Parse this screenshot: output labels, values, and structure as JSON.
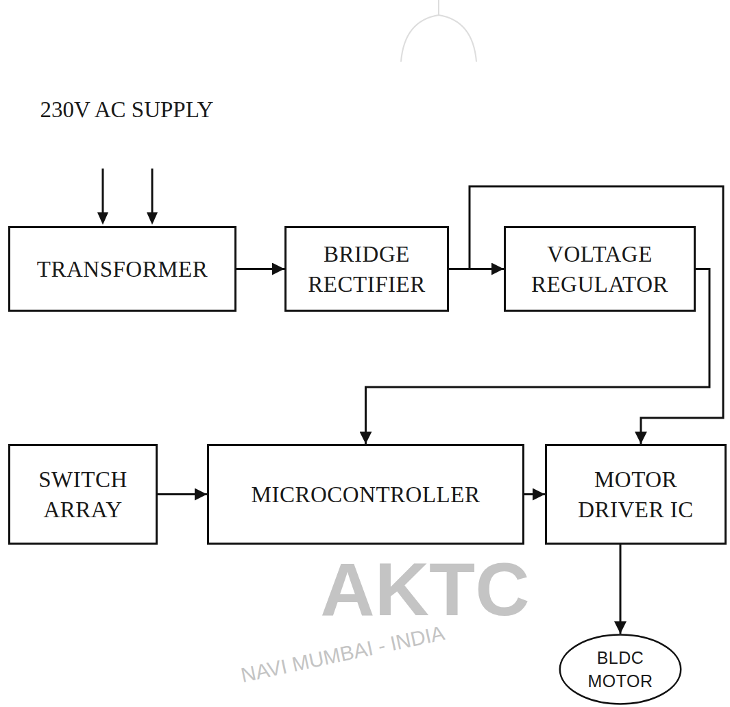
{
  "diagram": {
    "nodes": [
      {
        "text": [
          "TRANSFORMER"
        ]
      },
      {
        "text": [
          "BRIDGE RECTIFIER"
        ]
      },
      {
        "text": [
          "VOLTAGE REGULATOR"
        ]
      },
      {
        "text": [
          "SWITCH ARRAY"
        ]
      },
      {
        "text": [
          "MICROCONTROLLER"
        ]
      },
      {
        "text": [
          "MOTOR DRIVER IC"
        ]
      },
      {
        "text": [
          "BLDC MOTOR"
        ]
      }
    ],
    "edges": [
      {
        "from": 0,
        "to": 1,
        "arrow": "to"
      },
      {
        "from": 1,
        "to": 2,
        "arrow": "to"
      },
      {
        "from": 1,
        "to": 5,
        "arrow": "to"
      },
      {
        "from": 2,
        "to": 4,
        "arrow": "to"
      },
      {
        "from": 3,
        "to": 4,
        "arrow": "to"
      },
      {
        "from": 4,
        "to": 5,
        "arrow": "to"
      },
      {
        "from": 5,
        "to": 6,
        "arrow": "to"
      }
    ],
    "labels": [
      "230V AC SUPPLY",
      "AKTC",
      "NAVI MUMBAI - INDIA"
    ]
  }
}
